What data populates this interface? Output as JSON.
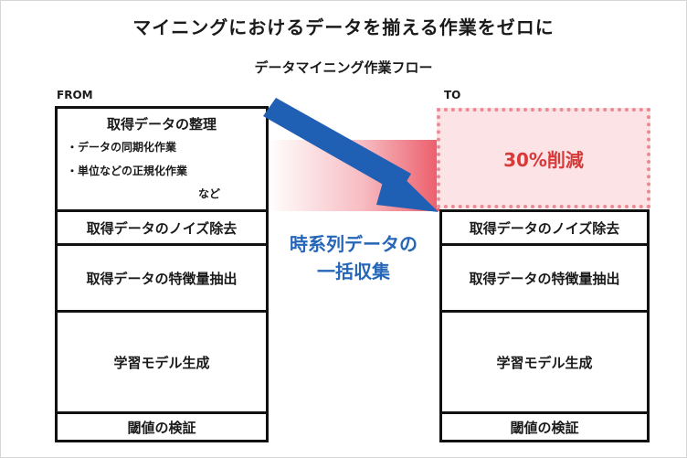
{
  "title": "マイニングにおけるデータを揃える作業をゼロに",
  "subtitle": "データマイニング作業フロー",
  "from": {
    "label": "FROM",
    "first_box": {
      "heading": "取得データの整理",
      "bullets": [
        "・データの同期化作業",
        "・単位などの正規化作業"
      ],
      "etc": "など"
    },
    "steps": [
      "取得データのノイズ除去",
      "取得データの特徴量抽出",
      "学習モデル生成",
      "閾値の検証"
    ]
  },
  "to": {
    "label": "TO",
    "reduction": "30%削減",
    "steps": [
      "取得データのノイズ除去",
      "取得データの特徴量抽出",
      "学習モデル生成",
      "閾値の検証"
    ]
  },
  "center": {
    "line1": "時系列データの",
    "line2": "一括収集"
  },
  "colors": {
    "arrow": "#1f5fb4",
    "reduction_text": "#d83a3a",
    "reduction_fill": "#fbe3e6",
    "reduction_border": "#e98a95",
    "center_text": "#2566b8"
  }
}
